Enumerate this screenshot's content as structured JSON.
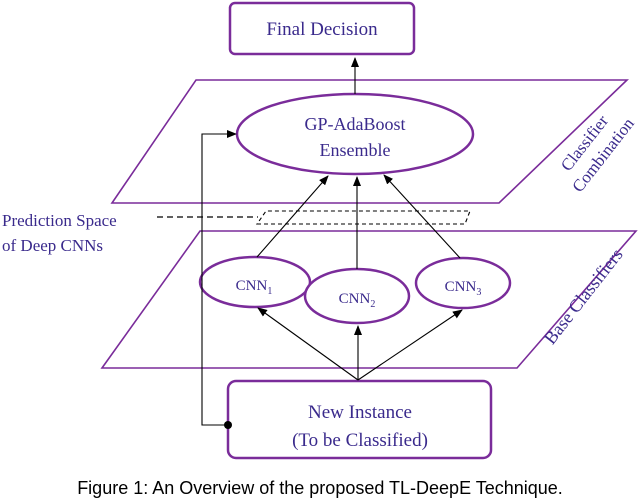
{
  "nodes": {
    "final_decision": "Final Decision",
    "ensemble_line1": "GP-AdaBoost",
    "ensemble_line2": "Ensemble",
    "cnn1": "CNN",
    "cnn1_sub": "1",
    "cnn2": "CNN",
    "cnn2_sub": "2",
    "cnn3": "CNN",
    "cnn3_sub": "3",
    "new_instance_line1": "New Instance",
    "new_instance_line2": "(To be Classified)"
  },
  "planes": {
    "top_label_line1": "Classifier",
    "top_label_line2": "Combination",
    "bottom_label": "Base Classifiers"
  },
  "annotations": {
    "prediction_line1": "Prediction Space",
    "prediction_line2": "of Deep CNNs"
  },
  "caption": "Figure 1: An Overview of the proposed TL-DeepE Technique.",
  "colors": {
    "border": "#7a2c9a",
    "text": "#3a2a8c",
    "caption": "#000000"
  }
}
